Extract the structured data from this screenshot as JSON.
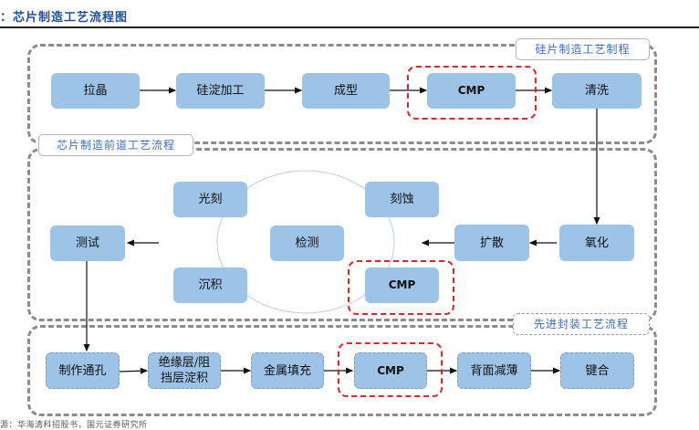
{
  "title": "：芯片制造工艺流程图",
  "source": "源：华海清科招股书，国元证券研究所",
  "sections": {
    "wafer": {
      "label": "硅片制造工艺制程"
    },
    "frontend": {
      "label": "芯片制造前道工艺流程"
    },
    "packaging": {
      "label": "先进封装工艺流程"
    }
  },
  "nodes": {
    "lajing": "拉晶",
    "guidian": "硅淀加工",
    "chengxing": "成型",
    "cmp1": "CMP",
    "qingxi": "清洗",
    "guangke": "光刻",
    "keshi": "刻蚀",
    "jiance": "检测",
    "chenji": "沉积",
    "cmp2": "CMP",
    "kuosan": "扩散",
    "yanghua": "氧化",
    "ceshi": "测试",
    "zhizuo": "制作通孔",
    "jueyuan": "绝缘层/阻\n挡层淀积",
    "jueyuan_line1": "绝缘层/阻",
    "jueyuan_line2": "挡层淀积",
    "jinshu": "金属填充",
    "cmp3": "CMP",
    "beimian": "背面减薄",
    "jianhe": "键合"
  },
  "colors": {
    "node_fill": "#9dc3e6",
    "highlight": "#e8202a",
    "section_border": "#8c8c8c",
    "label_text": "#3d6cc0"
  }
}
